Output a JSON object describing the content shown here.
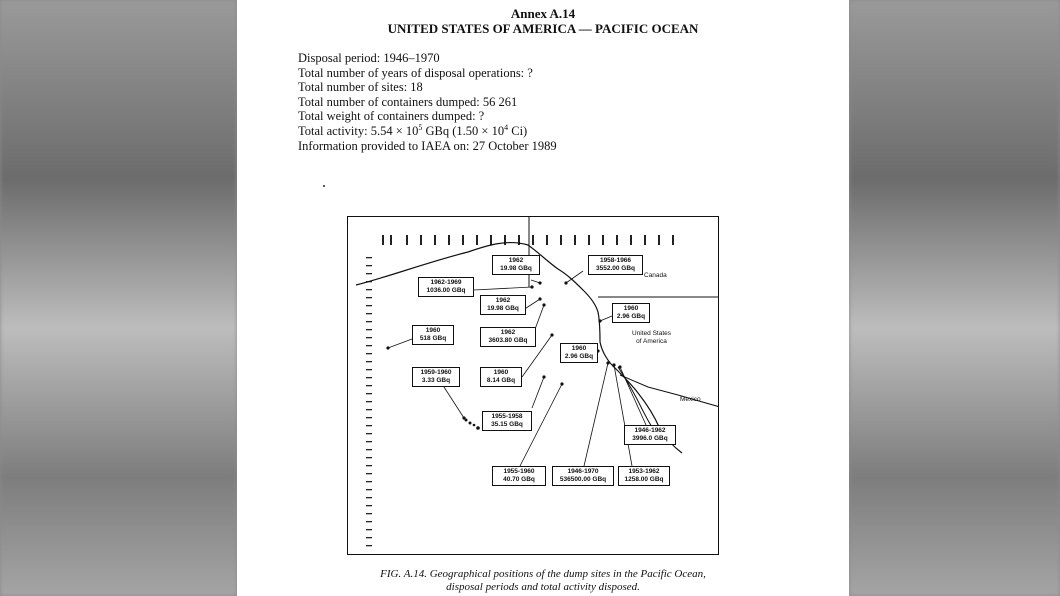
{
  "header": {
    "annex": "Annex A.14",
    "title": "UNITED STATES OF AMERICA — PACIFIC OCEAN"
  },
  "info": {
    "disposal_period": "Disposal period: 1946–1970",
    "total_years": "Total number of years of disposal operations: ?",
    "total_sites": "Total number of sites: 18",
    "total_containers": "Total number of containers dumped: 56 261",
    "total_weight": "Total weight of containers dumped: ?",
    "activity_prefix": "Total activity: 5.54 × 10",
    "activity_exp1": "5",
    "activity_mid": " GBq (1.50 × 10",
    "activity_exp2": "4",
    "activity_suffix": " Ci)",
    "info_date": "Information provided to IAEA on: 27 October 1989"
  },
  "map": {
    "places": {
      "canada": "Canada",
      "usa_line1": "United States",
      "usa_line2": "of America",
      "mexico": "Mexico"
    },
    "sites": [
      {
        "period": "1962",
        "activity": "19.98 GBq"
      },
      {
        "period": "1958-1966",
        "activity": "3552.00 GBq"
      },
      {
        "period": "1962-1969",
        "activity": "1036.00 GBq"
      },
      {
        "period": "1962",
        "activity": "19.98 GBq"
      },
      {
        "period": "1960",
        "activity": "2.96 GBq"
      },
      {
        "period": "1960",
        "activity": "518 GBq"
      },
      {
        "period": "1962",
        "activity": "3603.80 GBq"
      },
      {
        "period": "1960",
        "activity": "2.96 GBq"
      },
      {
        "period": "1959-1960",
        "activity": "3.33 GBq"
      },
      {
        "period": "1960",
        "activity": "8.14 GBq"
      },
      {
        "period": "1955-1958",
        "activity": "35.15 GBq"
      },
      {
        "period": "1946-1962",
        "activity": "3996.0 GBq"
      },
      {
        "period": "1955-1960",
        "activity": "40.70 GBq"
      },
      {
        "period": "1946-1970",
        "activity": "536500.00 GBq"
      },
      {
        "period": "1953-1962",
        "activity": "1258.00 GBq"
      }
    ]
  },
  "caption": {
    "line1": "FIG. A.14. Geographical positions of the dump sites in the Pacific Ocean,",
    "line2": "disposal periods and total activity disposed."
  }
}
